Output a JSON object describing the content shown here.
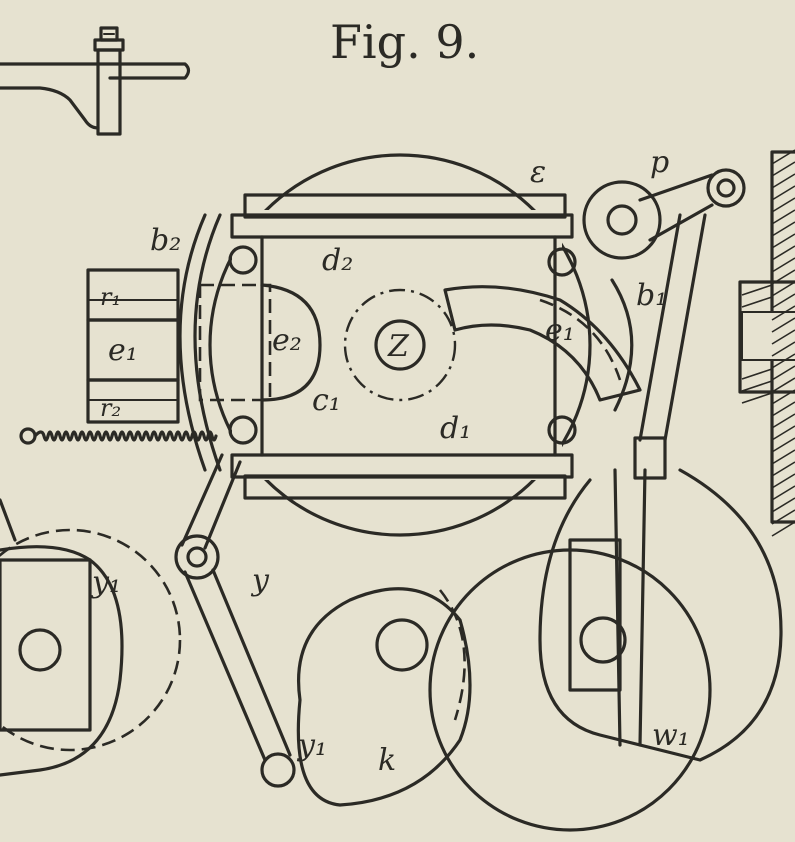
{
  "figure": {
    "title": "Fig. 9."
  },
  "labels": {
    "E": "ε",
    "d2": "d₂",
    "d1": "d₁",
    "b2": "b₂",
    "b1": "b₁",
    "r1": "r₁",
    "e1": "e₁",
    "r2": "r₂",
    "e2": "e₂",
    "c1": "c₁",
    "Z": "Z",
    "e1_right": "e₁",
    "p": "p",
    "y": "y",
    "y1": "y₁",
    "y1_left": "y₁",
    "k": "k",
    "w1": "w₁"
  }
}
